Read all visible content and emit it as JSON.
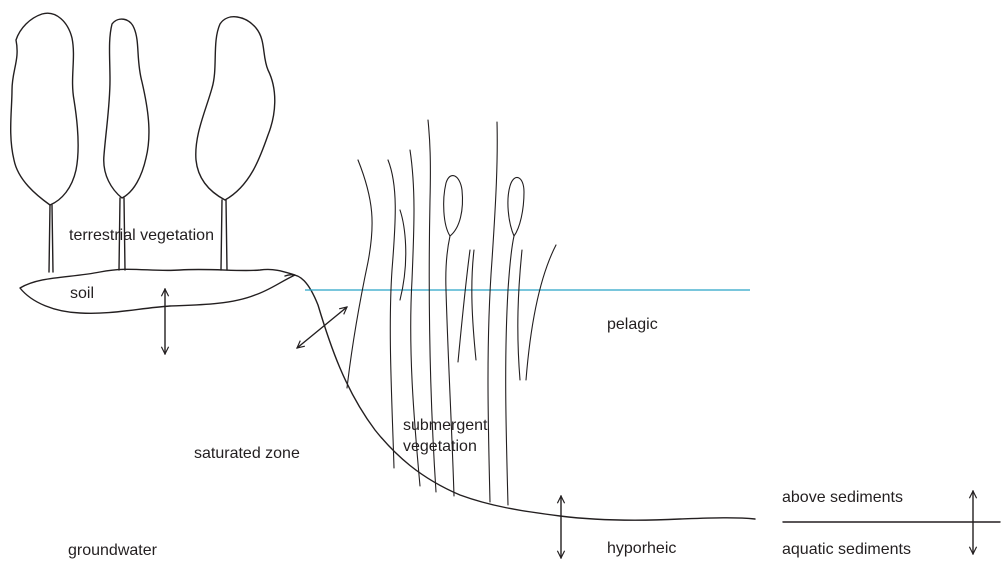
{
  "labels": {
    "terrestrial_vegetation": "terrestrial vegetation",
    "soil": "soil",
    "pelagic": "pelagic",
    "submergent_line1": "submergent",
    "submergent_line2": "vegetation",
    "saturated_zone": "saturated zone",
    "groundwater": "groundwater",
    "hyporheic": "hyporheic",
    "above_sediments": "above sediments",
    "aquatic_sediments": "aquatic sediments"
  },
  "colors": {
    "ink": "#231f20",
    "water_line": "#29a3c8"
  }
}
